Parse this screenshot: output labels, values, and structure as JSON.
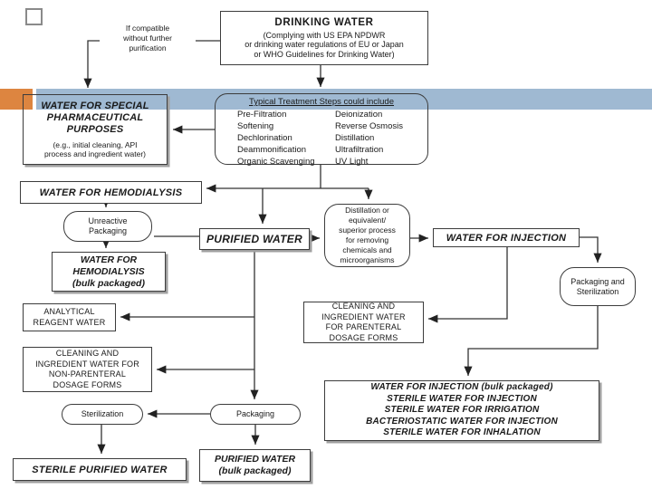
{
  "slide": {
    "accent_blue": "#9fb9d2",
    "accent_orange": "#dd8540"
  },
  "drinking_water": {
    "title": "DRINKING WATER",
    "sub": "(Complying with US EPA NPDWR\nor drinking water regulations of EU or Japan\nor WHO Guidelines for Drinking Water)"
  },
  "if_compatible_label": "If compatible\nwithout further\npurification",
  "special_purposes": {
    "title": "WATER FOR SPECIAL\nPHARMACEUTICAL\nPURPOSES",
    "sub": "(e.g., initial cleaning, API\nprocess and ingredient water)"
  },
  "treatment": {
    "heading": "Typical Treatment Steps could include",
    "left": [
      "Pre-Filtration",
      "Softening",
      "Dechlorination",
      "Deammonification",
      "Organic Scavenging"
    ],
    "right": [
      "Deionization",
      "Reverse Osmosis",
      "Distillation",
      "Ultrafiltration",
      "UV Light"
    ]
  },
  "hemodialysis": "WATER FOR HEMODIALYSIS",
  "unreactive_packaging": "Unreactive\nPackaging",
  "hemodialysis_bulk": "WATER FOR\nHEMODIALYSIS\n(bulk packaged)",
  "purified_water": "PURIFIED WATER",
  "distillation": "Distillation or\nequivalent/\nsuperior process\nfor removing\nchemicals and\nmicroorganisms",
  "water_for_injection": "WATER FOR INJECTION",
  "packaging_sterilization": "Packaging and\nSterilization",
  "parenteral": "CLEANING AND\nINGREDIENT WATER\nFOR PARENTERAL\nDOSAGE FORMS",
  "analytical": "ANALYTICAL\nREAGENT WATER",
  "non_parenteral": "CLEANING AND\nINGREDIENT WATER FOR\nNON-PARENTERAL\nDOSAGE FORMS",
  "sterilization": "Sterilization",
  "packaging": "Packaging",
  "sterile_purified": "STERILE PURIFIED WATER",
  "purified_bulk": "PURIFIED WATER\n(bulk packaged)",
  "final_box": {
    "lines": [
      "WATER FOR INJECTION (bulk packaged)",
      "STERILE WATER FOR INJECTION",
      "STERILE WATER FOR IRRIGATION",
      "BACTERIOSTATIC WATER FOR INJECTION",
      "STERILE WATER FOR INHALATION"
    ]
  }
}
